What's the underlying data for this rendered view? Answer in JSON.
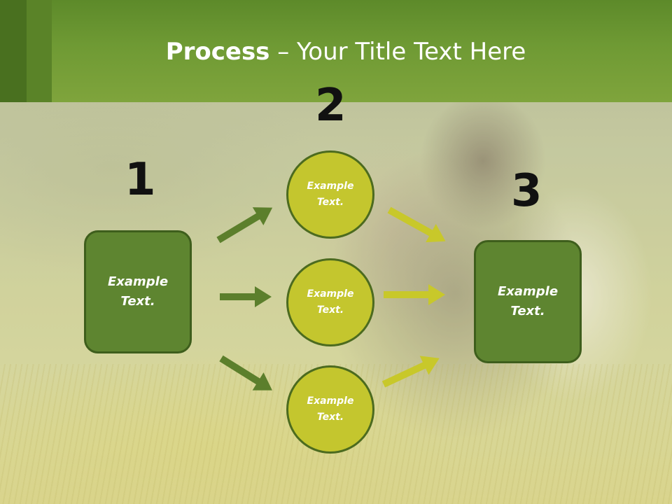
{
  "title": {
    "bold": "Process",
    "rest": " – Your Title Text Here"
  },
  "steps": {
    "one": "1",
    "two": "2",
    "three": "3"
  },
  "boxes": {
    "left": {
      "line1": "Example",
      "line2": "Text."
    },
    "right": {
      "line1": "Example",
      "line2": "Text."
    }
  },
  "circles": [
    {
      "line1": "Example",
      "line2": "Text."
    },
    {
      "line1": "Example",
      "line2": "Text."
    },
    {
      "line1": "Example",
      "line2": "Text."
    }
  ],
  "colors": {
    "header_green": "#6f9a34",
    "box_green": "#5e8530",
    "circle_yellow": "#c4c62e",
    "arrow_green": "#5c7f2c",
    "arrow_yellow": "#c8c82a"
  }
}
